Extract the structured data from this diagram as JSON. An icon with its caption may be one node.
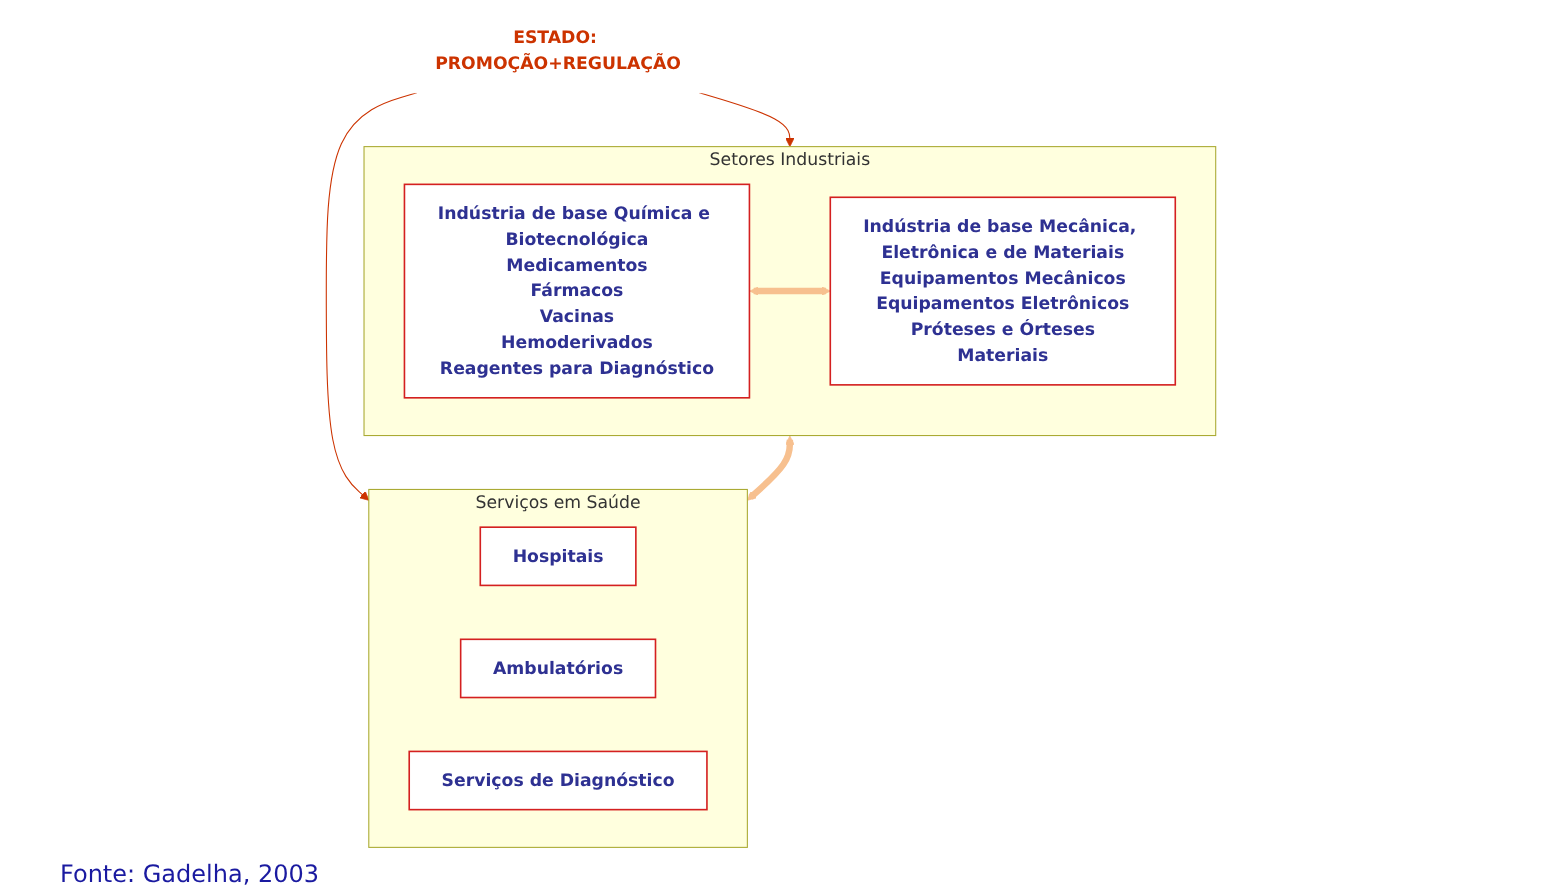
{
  "diagram": {
    "caption": "Fonte: Gadelha, 2003",
    "nodes": [
      {
        "text": [
          "ESTADO: PROMOÇÃO+REGULAÇÃO"
        ]
      },
      {
        "text": [
          "Setores Industriais"
        ]
      },
      {
        "text": [
          "Indústria de base Química e Biotecnológica",
          "Medicamentos",
          "Fármacos",
          "Vacinas",
          "Hemoderivados",
          "Reagentes para Diagnóstico"
        ],
        "in": 1
      },
      {
        "text": [
          "Indústria de base Mecânica, Eletrônica e de Materiais",
          "Equipamentos Mecânicos",
          "Equipamentos Eletrônicos",
          "Próteses e Órteses",
          "Materiais"
        ],
        "in": 1
      },
      {
        "text": [
          "Serviços em Saúde"
        ]
      },
      {
        "text": [
          "Hospitais"
        ],
        "in": 4
      },
      {
        "text": [
          "Ambulatórios"
        ],
        "in": 4
      },
      {
        "text": [
          "Serviços de Diagnóstico"
        ],
        "in": 4
      }
    ],
    "edges": [
      {
        "from": 0,
        "to": 1,
        "arrow": "to"
      },
      {
        "from": 0,
        "to": 4,
        "arrow": "to"
      },
      {
        "from": 2,
        "to": 3,
        "arrow": "both",
        "style": "thick",
        "color": "#f7c08f"
      },
      {
        "from": 1,
        "to": 4,
        "arrow": "both",
        "style": "thick",
        "color": "#f7c08f"
      }
    ]
  }
}
